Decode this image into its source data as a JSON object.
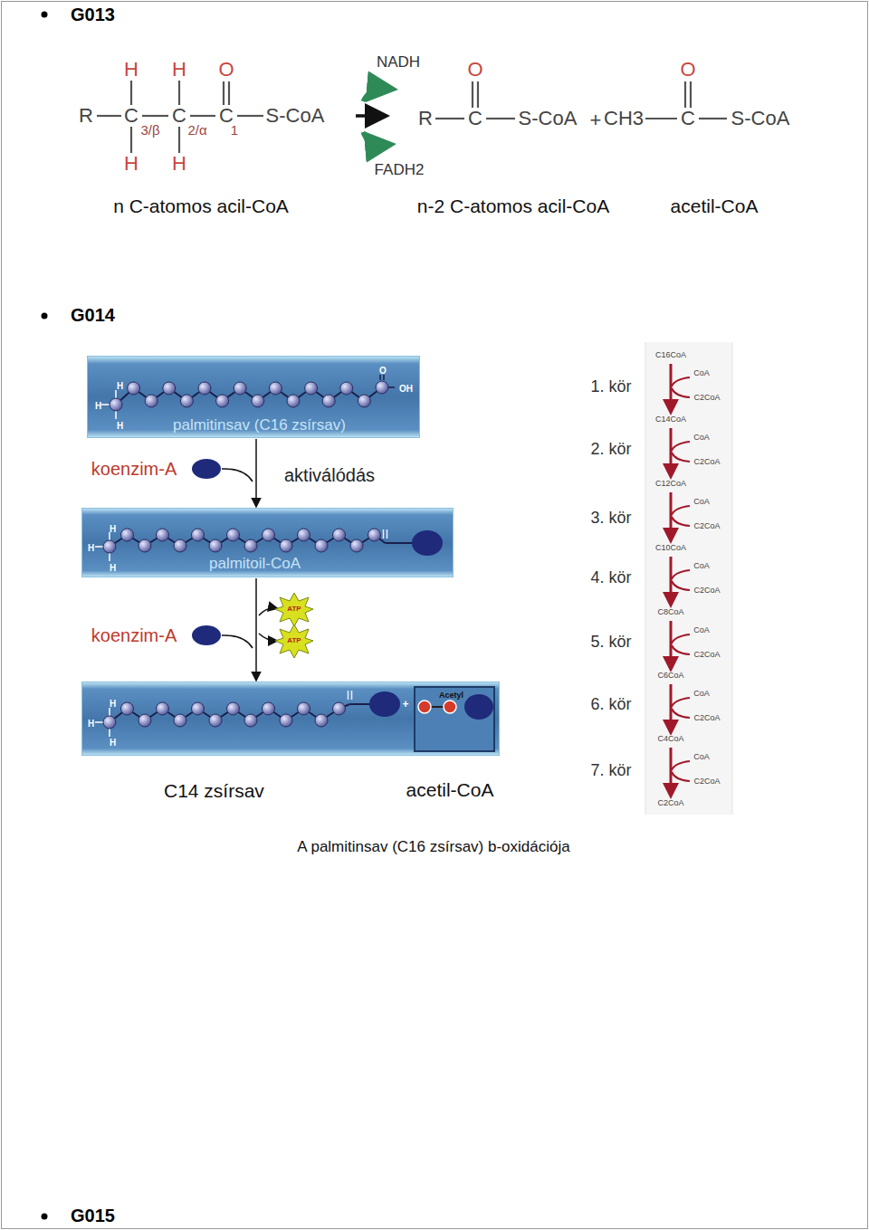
{
  "diagram": {
    "caption": "A palmitinsav (C16 zsírsav) b-oxidációja",
    "nodes": [
      {
        "text": [
          "palmitinsav (C16 zsírsav)",
          "H",
          "H",
          "H",
          "O",
          "OH"
        ]
      },
      {
        "text": [
          "palmitoil-CoA",
          "H",
          "H",
          "H"
        ]
      },
      {
        "text": [
          "C14 zsírsav",
          "H",
          "H",
          "H"
        ]
      },
      {
        "text": [
          "Acetyl"
        ],
        "in": 2
      }
    ],
    "edges": [
      {
        "from": 0,
        "to": 1,
        "arrow": "to"
      },
      {
        "from": 1,
        "to": 2,
        "arrow": "to"
      }
    ],
    "labels": [
      "G013",
      "H",
      "H",
      "O",
      "R",
      "C",
      "C",
      "C",
      "S-CoA",
      "3/β",
      "2/α",
      "1",
      "H",
      "H",
      "NADH",
      "FADH2",
      "O",
      "R",
      "C",
      "S-CoA",
      "+",
      "CH3",
      "O",
      "C",
      "S-CoA",
      "n C-atomos acil-CoA",
      "n-2 C-atomos acil-CoA",
      "acetil-CoA",
      "G014",
      "koenzim-A",
      "aktiválódás",
      "koenzim-A",
      "ATP",
      "ATP",
      "+",
      "acetil-CoA",
      "1. kör",
      "2. kör",
      "3. kör",
      "4. kör",
      "5. kör",
      "6. kör",
      "7. kör",
      "C16CoA",
      "CoA",
      "C2CoA",
      "C14CoA",
      "CoA",
      "C2CoA",
      "C12CoA",
      "CoA",
      "C2CoA",
      "C10CoA",
      "CoA",
      "C2CoA",
      "C8CoA",
      "CoA",
      "C2CoA",
      "C6CoA",
      "CoA",
      "C2CoA",
      "C4CoA",
      "CoA",
      "C2CoA",
      "C2CoA",
      "G015"
    ]
  }
}
